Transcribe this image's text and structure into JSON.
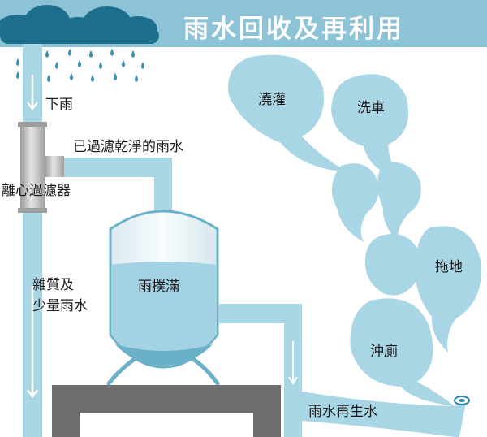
{
  "header": {
    "title": "雨水回收及再利用"
  },
  "labels": {
    "rain": "下雨",
    "filtered_water": "已過濾乾淨的雨水",
    "filter": "離心過濾器",
    "debris": "雜質及\n少量雨水",
    "tank": "雨撲滿",
    "recycled": "雨水再生水"
  },
  "uses": [
    "澆灌",
    "洗車",
    "拖地",
    "沖廁"
  ],
  "colors": {
    "sky": "#8dc3d6",
    "cloud": "#1e6f8e",
    "rain_drop": "#3a8fb5",
    "pipe": "#a9d6e4",
    "water": "#9fd1e1",
    "tank_body": "#eef6f9",
    "filter_gray": "#b8b8b8",
    "base": "#6d6d6d"
  }
}
